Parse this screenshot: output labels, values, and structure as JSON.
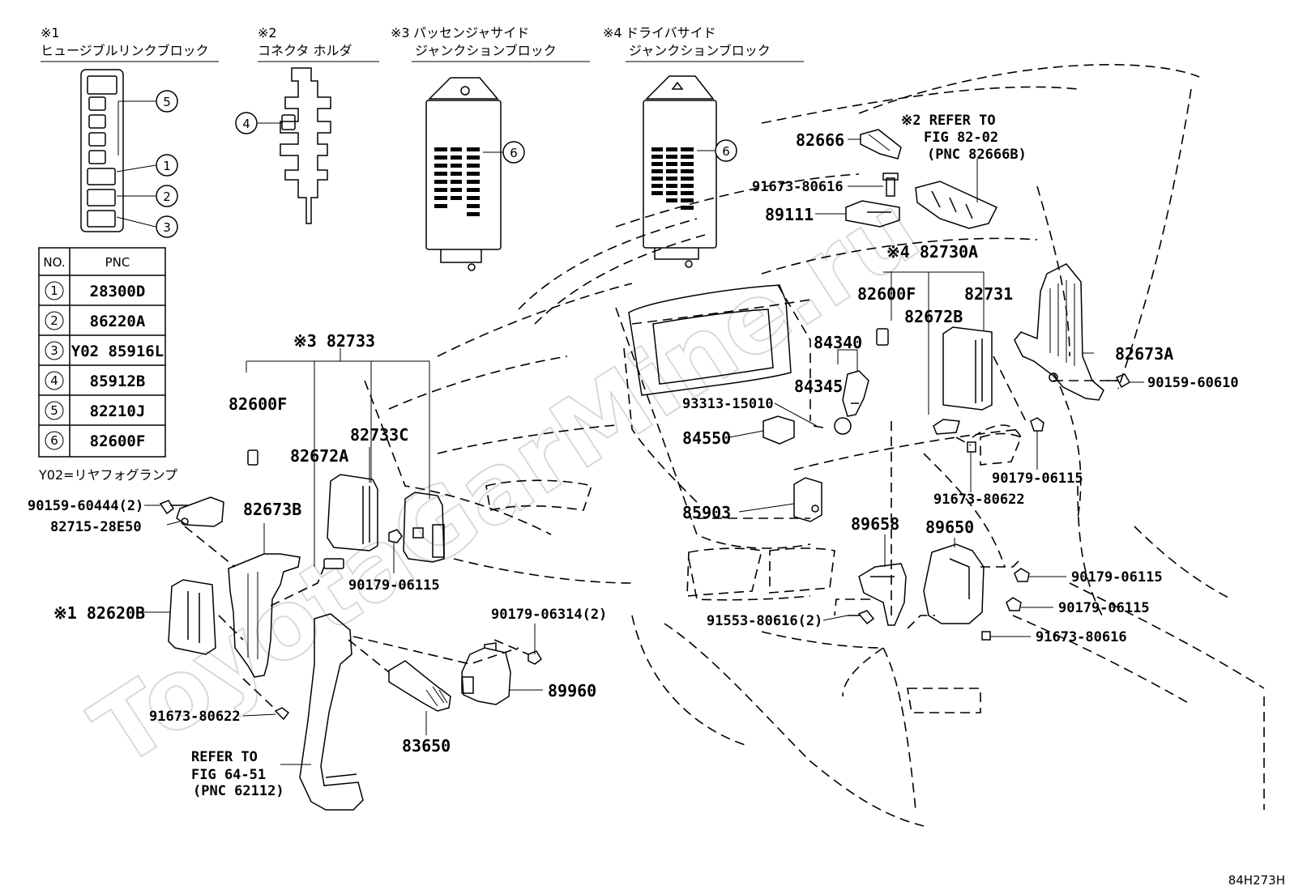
{
  "watermark": "ToyotaGarMine.ru",
  "figure_code": "84H273H",
  "insets": {
    "i1": {
      "mark": "※1",
      "title": "ヒュージブルリンクブロック"
    },
    "i2": {
      "mark": "※2",
      "title": "コネクタ ホルダ"
    },
    "i3": {
      "mark": "※3",
      "title_a": "パッセンジャサイド",
      "title_b": "ジャンクションブロック"
    },
    "i4": {
      "mark": "※4",
      "title_a": "ドライバサイド",
      "title_b": "ジャンクションブロック"
    }
  },
  "circle_numbers": [
    "1",
    "2",
    "3",
    "4",
    "5",
    "6"
  ],
  "pnc_table": {
    "header_no": "NO.",
    "header_pnc": "PNC",
    "rows": [
      {
        "no": "1",
        "pnc": "28300D"
      },
      {
        "no": "2",
        "pnc": "86220A"
      },
      {
        "no": "3",
        "pnc": "Y02 85916L"
      },
      {
        "no": "4",
        "pnc": "85912B"
      },
      {
        "no": "5",
        "pnc": "82210J"
      },
      {
        "no": "6",
        "pnc": "82600F"
      }
    ],
    "footnote": "Y02=リヤフォグランプ"
  },
  "refer_82": {
    "line1": "※2 REFER TO",
    "line2": "FIG 82-02",
    "line3": "(PNC 82666B)"
  },
  "refer_64": {
    "line1": "REFER TO",
    "line2": "FIG 64-51",
    "line3": "(PNC 62112)"
  },
  "parts": {
    "p82666": "82666",
    "p91673_80616_top": "91673-80616",
    "p89111": "89111",
    "p82730A": "※4 82730A",
    "p82600F_r": "82600F",
    "p82731": "82731",
    "p82672B": "82672B",
    "p84340": "84340",
    "p84345": "84345",
    "p82673A": "82673A",
    "p90159_60610": "90159-60610",
    "p93313": "93313-15010",
    "p84550": "84550",
    "p90179_06115_r": "90179-06115",
    "p91673_80622_r": "91673-80622",
    "p82733": "※3 82733",
    "p82600F_l": "82600F",
    "p82733C": "82733C",
    "p82672A": "82672A",
    "p90159_60444": "90159-60444(2)",
    "p82673B": "82673B",
    "p82715": "82715-28E50",
    "p82620B": "※1 82620B",
    "p90179_06115_m": "90179-06115",
    "p90179_06314": "90179-06314(2)",
    "p89960": "89960",
    "p83650": "83650",
    "p91673_80622_l": "91673-80622",
    "p85903": "85903",
    "p89658": "89658",
    "p89650": "89650",
    "p90179_06115_a": "90179-06115",
    "p90179_06115_b": "90179-06115",
    "p91553": "91553-80616(2)",
    "p91673_80616_b": "91673-80616"
  }
}
